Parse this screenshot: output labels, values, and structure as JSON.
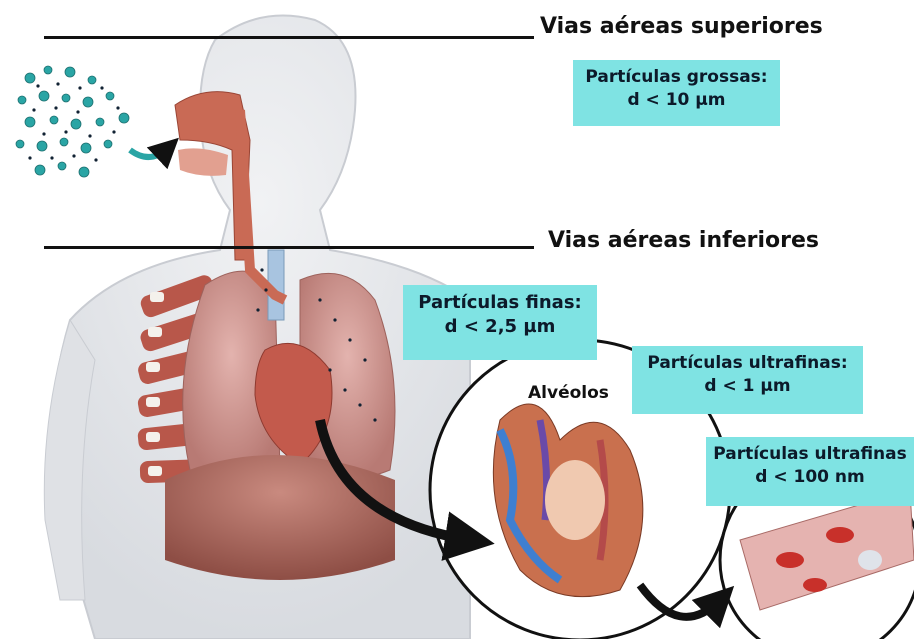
{
  "headings": {
    "upper": "Vias aéreas superiores",
    "lower": "Vias aéreas inferiores"
  },
  "boxes": {
    "coarse": {
      "title": "Partículas grossas:",
      "size": "d < 10 µm"
    },
    "fine": {
      "title": "Partículas finas:",
      "size": "d < 2,5 µm"
    },
    "ultrafine": {
      "title": "Partículas ultrafinas:",
      "size": "d < 1 µm"
    },
    "nano": {
      "title": "Partículas ultrafinas",
      "size": "d < 100 nm"
    }
  },
  "alveoli_label": "Alvéolos",
  "colors": {
    "label_box": "#7fe3e3",
    "particle": "#2aa5a5",
    "lung": "#c98a86",
    "airway": "#c96a55",
    "vein": "#3f7fd0",
    "body": "#e6e8ec"
  }
}
